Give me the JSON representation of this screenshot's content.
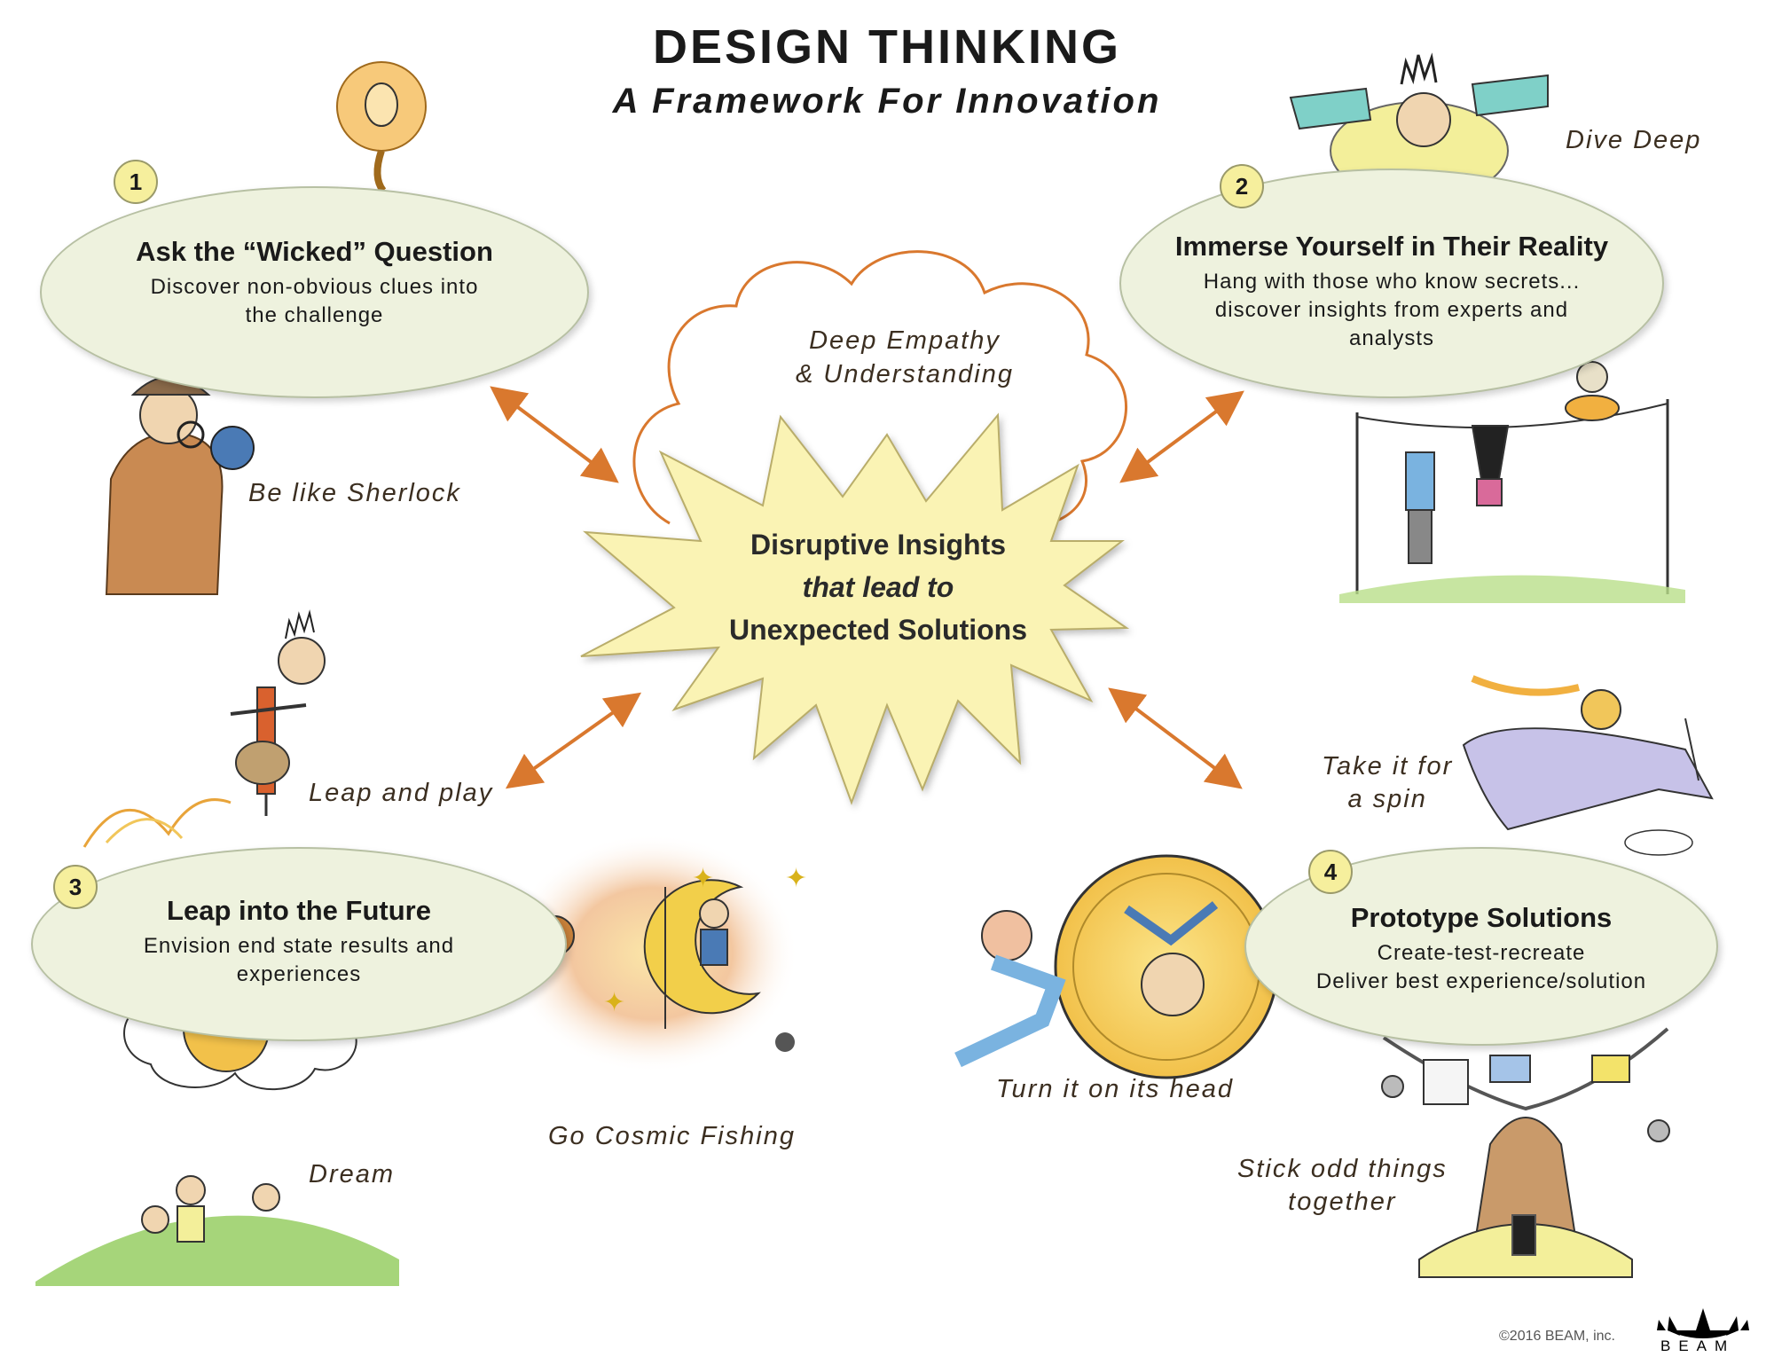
{
  "header": {
    "title": "DESIGN THINKING",
    "subtitle": "A Framework For Innovation"
  },
  "center": {
    "line1": "Disruptive Insights",
    "line2": "that lead to",
    "line3": "Unexpected Solutions",
    "cloud_line1": "Deep Empathy",
    "cloud_line2": "& Understanding"
  },
  "steps": [
    {
      "number": "1",
      "title": "Ask the “Wicked” Question",
      "desc_line1": "Discover non-obvious clues into",
      "desc_line2": "the challenge",
      "desc_line3": ""
    },
    {
      "number": "2",
      "title": "Immerse Yourself in Their Reality",
      "desc_line1": "Hang with those who know secrets...",
      "desc_line2": "discover insights from experts and",
      "desc_line3": "analysts"
    },
    {
      "number": "3",
      "title": "Leap into the Future",
      "desc_line1": "Envision end state results and",
      "desc_line2": "experiences",
      "desc_line3": ""
    },
    {
      "number": "4",
      "title": "Prototype Solutions",
      "desc_line1": "Create-test-recreate",
      "desc_line2": "Deliver best experience/solution",
      "desc_line3": ""
    }
  ],
  "captions": {
    "sherlock": "Be like Sherlock",
    "dive": "Dive Deep",
    "leap": "Leap and play",
    "dream": "Dream",
    "cosmic": "Go Cosmic Fishing",
    "head": "Turn it on its head",
    "spin_line1": "Take it for",
    "spin_line2": "a spin",
    "stick_line1": "Stick odd things",
    "stick_line2": "together"
  },
  "footer": {
    "copyright": "©2016 BEAM, inc.",
    "logo_text": "BEAM"
  },
  "colors": {
    "oval_fill": "#eef2de",
    "star_fill": "#faf3b4",
    "arrow": "#d9782e",
    "cloud_stroke": "#d9782e",
    "number_badge": "#f6ef9d"
  }
}
